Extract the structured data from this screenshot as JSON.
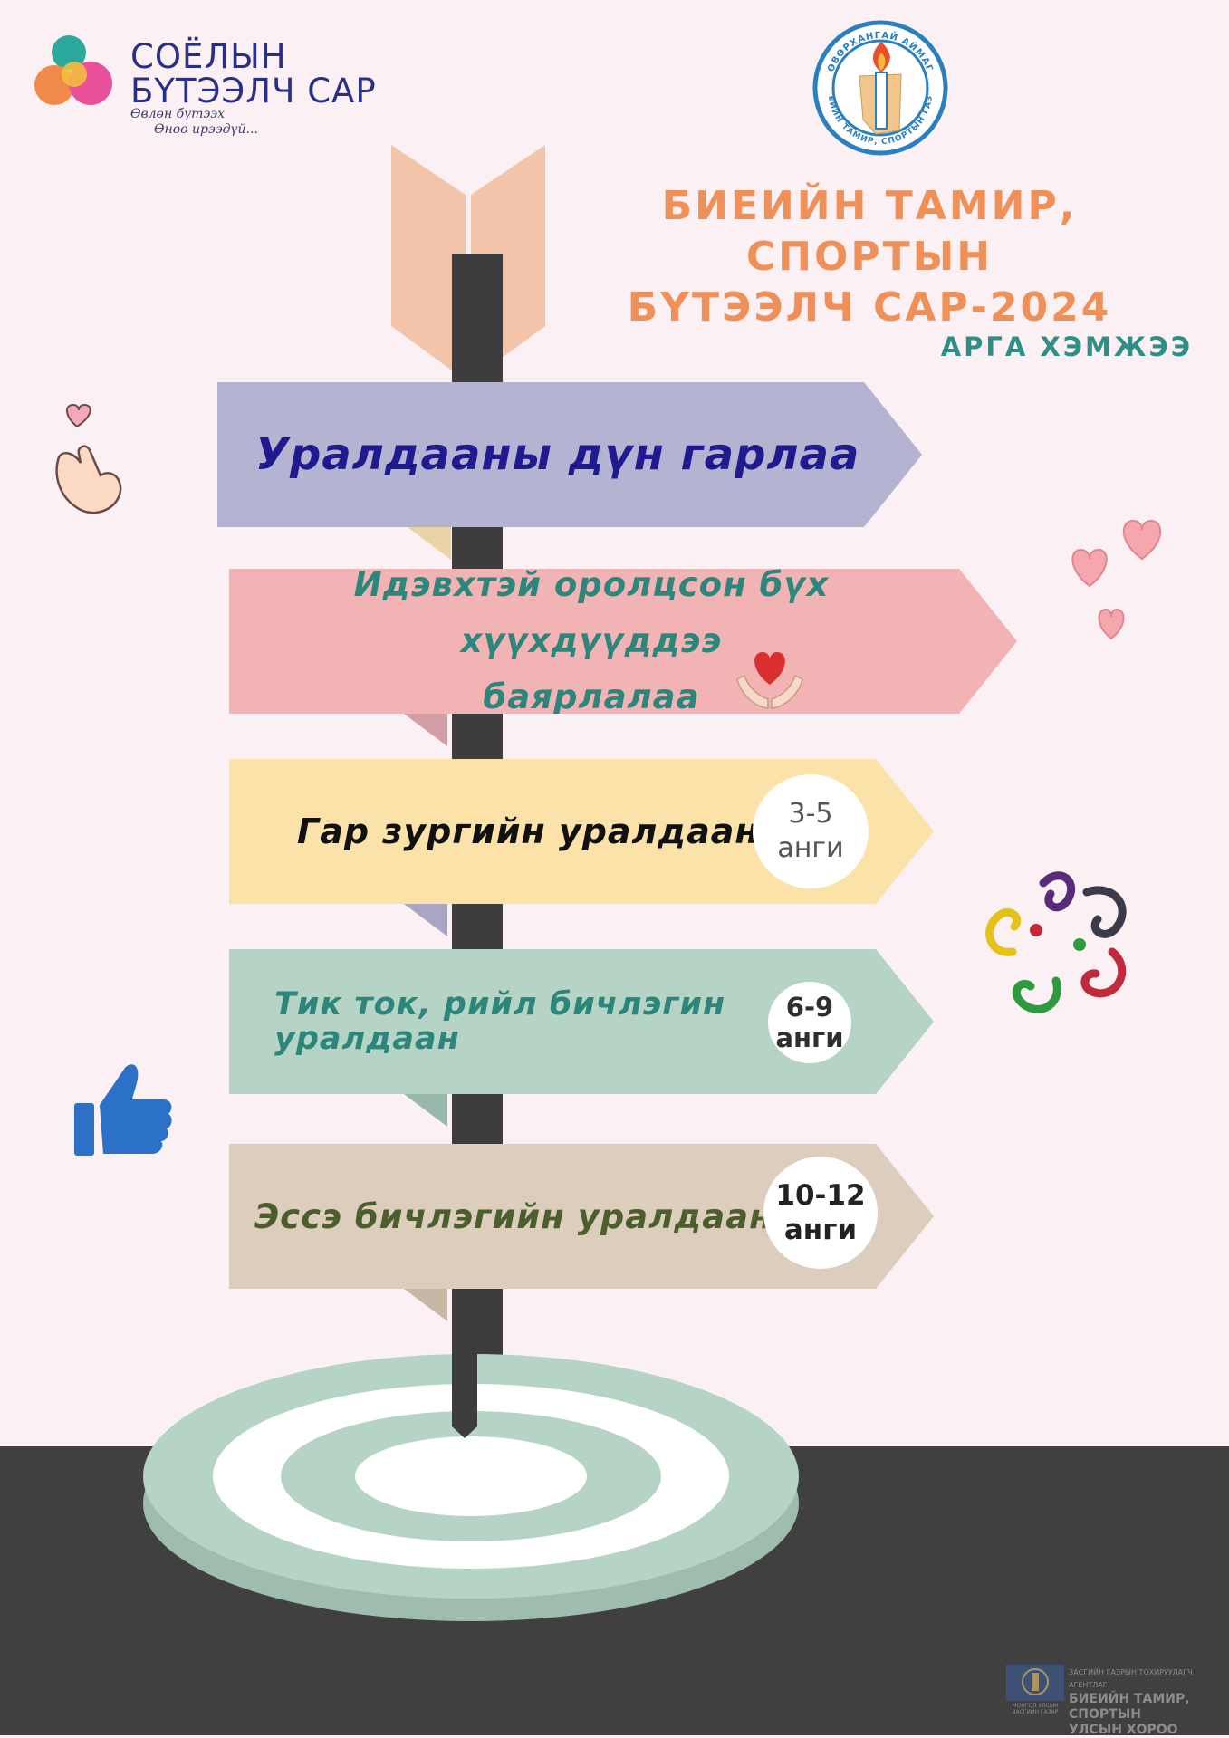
{
  "brand": {
    "title_line1": "СОЁЛЫН",
    "title_line2": "БҮТЭЭЛЧ САР",
    "slogan_line1": "Өвлөн бүтээх",
    "slogan_line2": "Өнөө ирээдүй..."
  },
  "seal": {
    "ring_text_top": "ӨВӨРХАНГАЙ АЙМАГ",
    "ring_text_bottom": "БИЕИЙН ТАМИР, СПОРТЫН ГАЗАР"
  },
  "headline": {
    "line1": "БИЕИЙН ТАМИР, СПОРТЫН",
    "line2": "БҮТЭЭЛЧ САР-2024"
  },
  "measure_label": "АРГА ХЭМЖЭЭ",
  "signs": [
    {
      "text": "Уралдааны дүн гарлаа"
    },
    {
      "line1": "Идэвхтэй оролцсон бүх хүүхдүүддээ",
      "line2": "баярлалаа"
    },
    {
      "text": "Гар зургийн уралдаан",
      "grade_range": "3-5",
      "grade_unit": "анги"
    },
    {
      "line1": "Тик ток, рийл бичлэгин",
      "line2": "уралдаан",
      "grade_range": "6-9",
      "grade_unit": "анги"
    },
    {
      "text": "Эссэ бичлэгийн уралдаан",
      "grade_range": "10-12",
      "grade_unit": "анги"
    }
  ],
  "agency": {
    "small_line": "ЗАСГИЙН ГАЗРЫН ТОХИРУУЛАГЧ АГЕНТЛАГ",
    "line1": "БИЕИЙН ТАМИР, СПОРТЫН",
    "line2": "УЛСЫН ХОРОО",
    "emblem_caption1": "МОНГОЛ УЛСЫН",
    "emblem_caption2": "ЗАСГИЙН ГАЗАР"
  },
  "colors": {
    "background": "#fbf0f3",
    "floor": "#404040",
    "headline": "#ef9059",
    "brand": "#2a2f86",
    "accent_teal": "#2f8f87",
    "sign1": "#b5b3d2",
    "sign2": "#f2b3b4",
    "sign3": "#fae2a9",
    "sign4": "#b5d4c5",
    "sign5": "#dccdbd"
  }
}
